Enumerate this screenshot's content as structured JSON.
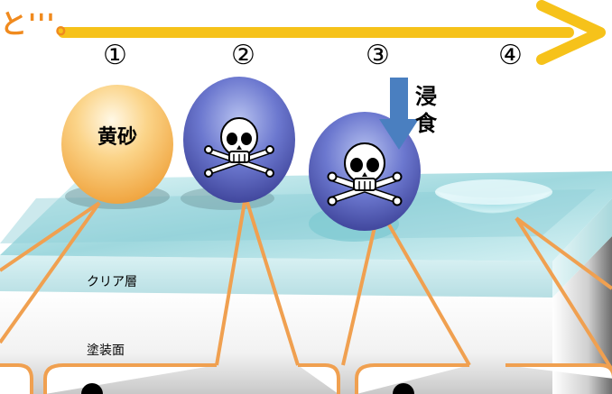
{
  "header_fragment": "と'''。",
  "steps": [
    "①",
    "②",
    "③",
    "④"
  ],
  "labels": {
    "kosa": "黄砂",
    "erosion_1": "浸",
    "erosion_2": "食",
    "clear_layer": "クリア層",
    "paint_surface": "塗装面"
  },
  "colors": {
    "arrow": "#f6c21a",
    "callout_border": "#f0a050",
    "clear_layer": "#bfe6ea",
    "sand_ball": "#f4b955",
    "toxic_ball": "#4c58b5",
    "erosion_arrow": "#4a7fc0"
  },
  "icons": [
    "skull-crossbones-icon",
    "skull-crossbones-icon"
  ]
}
